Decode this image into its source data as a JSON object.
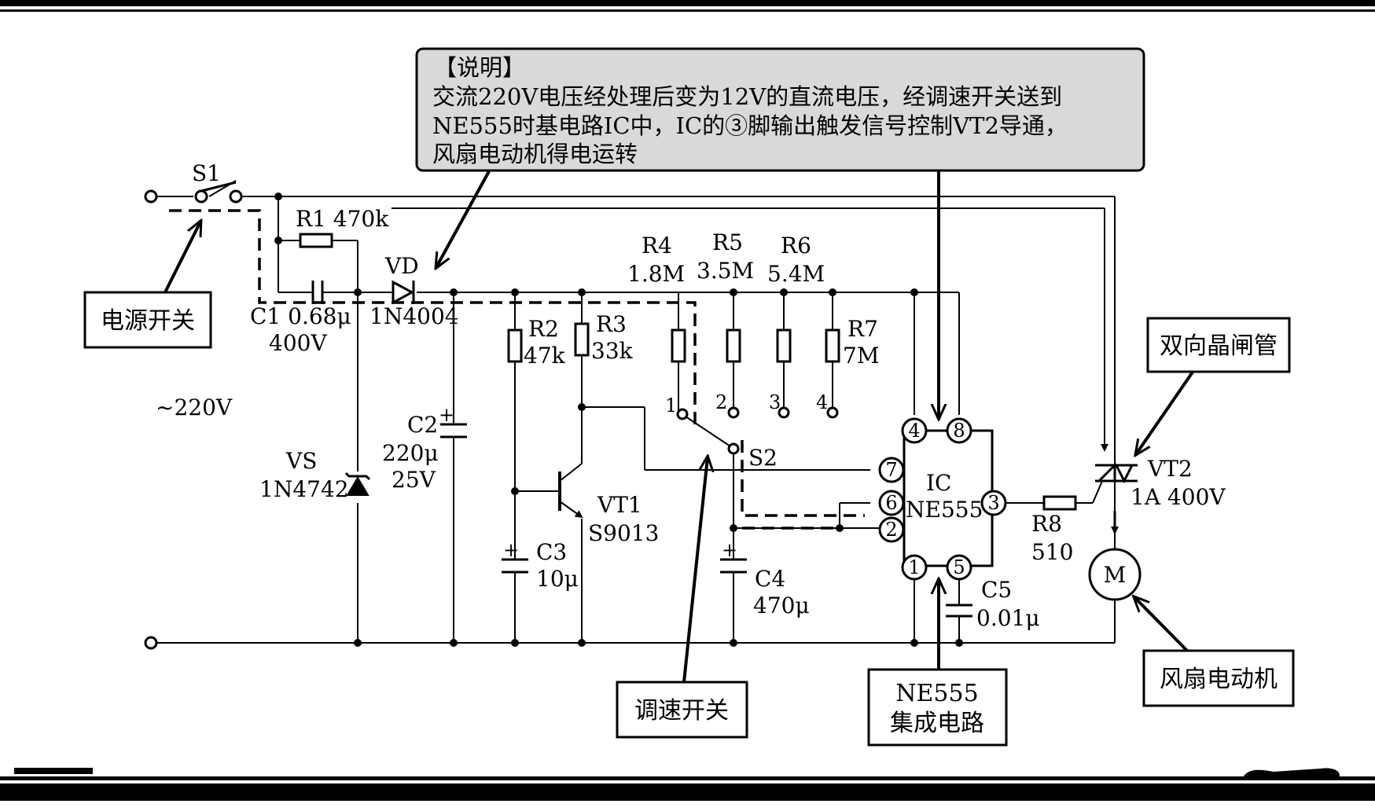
{
  "note": {
    "heading": "【说明】",
    "lines": [
      "交流220V电压经处理后变为12V的直流电压，经调速开关送到",
      "NE555时基电路IC中，IC的③脚输出触发信号控制VT2导通，",
      "风扇电动机得电运转"
    ]
  },
  "callouts": {
    "power_switch": "电源开关",
    "speed_switch": "调速开关",
    "ne555_line1": "NE555",
    "ne555_line2": "集成电路",
    "triac": "双向晶闸管",
    "fan_motor": "风扇电动机"
  },
  "components": {
    "s1": "S1",
    "r1": "R1 470k",
    "c1_name": "C1 0.68μ",
    "c1_volt": "400V",
    "vd_name": "VD",
    "vd_part": "1N4004",
    "mains": "~220V",
    "vs_name": "VS",
    "vs_part": "1N4742",
    "c2_name": "C2",
    "c2_cap": "220μ",
    "c2_volt": "25V",
    "r2_name": "R2",
    "r2_val": "47k",
    "r3_name": "R3",
    "r3_val": "33k",
    "c3_name": "C3",
    "c3_val": "10μ",
    "vt1_name": "VT1",
    "vt1_part": "S9013",
    "r4_name": "R4",
    "r4_val": "1.8M",
    "r5_name": "R5",
    "r5_val": "3.5M",
    "r6_name": "R6",
    "r6_val": "5.4M",
    "r7_name": "R7",
    "r7_val": "7M",
    "s2": "S2",
    "c4_name": "C4",
    "c4_val": "470μ",
    "ic_name": "IC",
    "ic_part": "NE555",
    "c5_name": "C5",
    "c5_val": "0.01μ",
    "r8_name": "R8",
    "r8_val": "510",
    "vt2_name": "VT2",
    "vt2_rating": "1A 400V",
    "motor": "M"
  },
  "switch_positions": [
    "1",
    "2",
    "3",
    "4"
  ],
  "ic_pins": {
    "p1": "1",
    "p2": "2",
    "p3": "3",
    "p4": "4",
    "p5": "5",
    "p6": "6",
    "p7": "7",
    "p8": "8"
  },
  "colors": {
    "ink": "#000000",
    "note_fill": "#d9d9d9",
    "paper": "#ffffff"
  }
}
